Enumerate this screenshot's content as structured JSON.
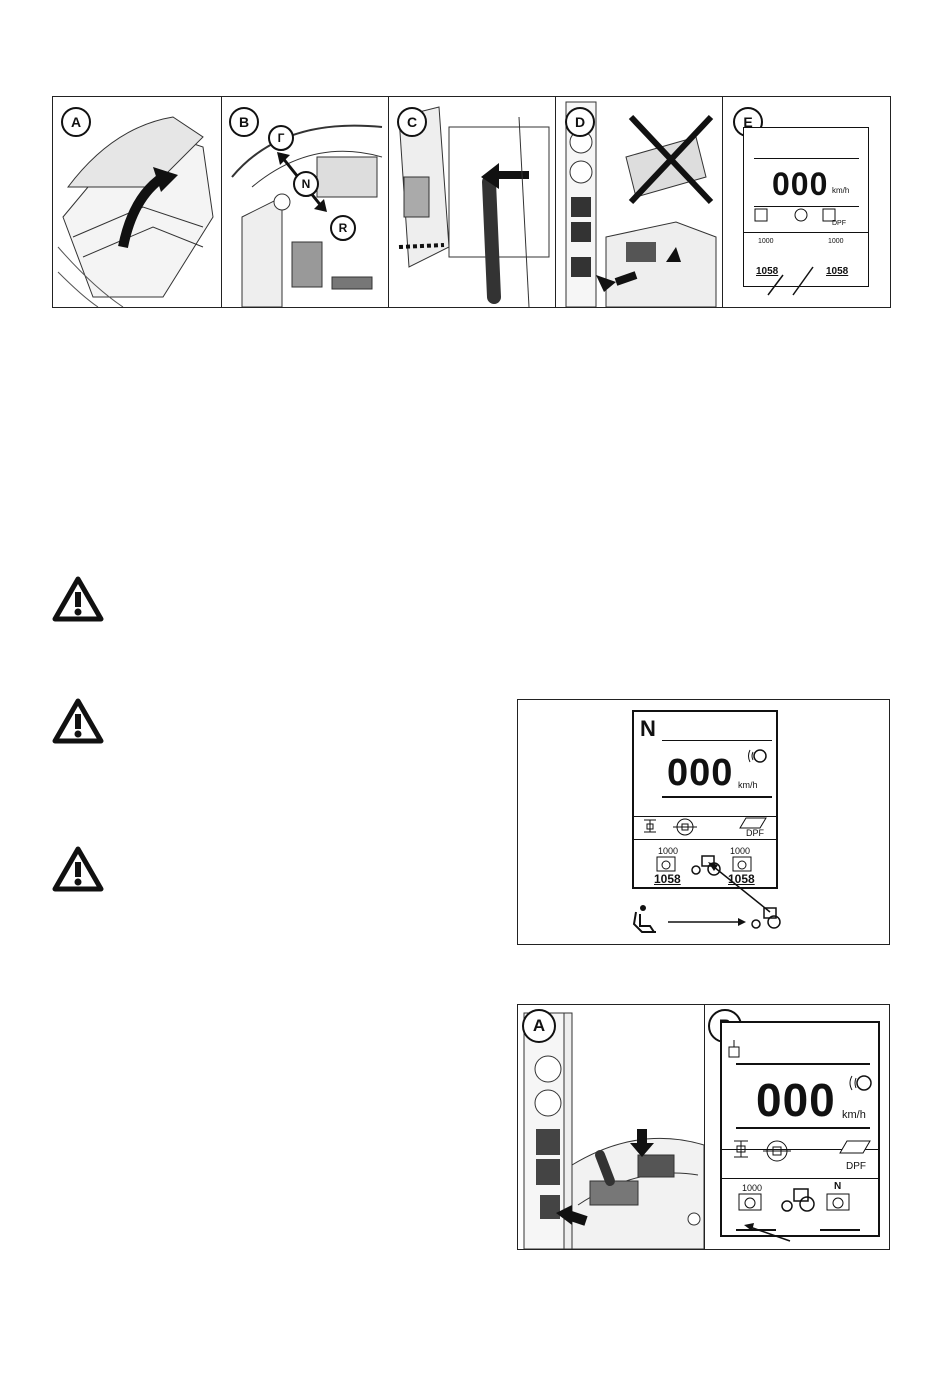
{
  "top_strip": {
    "panels": [
      {
        "letter": "A"
      },
      {
        "letter": "B",
        "marks": [
          "Г",
          "N",
          "R"
        ]
      },
      {
        "letter": "C"
      },
      {
        "letter": "D"
      },
      {
        "letter": "E",
        "speed": "000",
        "unit": "km/h",
        "left_number": "1058",
        "right_number": "1058",
        "left_pto": "1000",
        "right_pto": "1000",
        "dpf_label": "DPF"
      }
    ]
  },
  "warnings": [
    {
      "icon": "warning-triangle-icon"
    },
    {
      "icon": "warning-triangle-icon"
    },
    {
      "icon": "warning-triangle-icon"
    }
  ],
  "figure_display": {
    "gear": "N",
    "speed": "000",
    "unit": "km/h",
    "left_pto": "1000",
    "right_pto": "1000",
    "left_number": "1058",
    "right_number": "1058",
    "dpf_label": "DPF"
  },
  "figure_ab": {
    "panel_a_letter": "A",
    "panel_b_letter": "B",
    "speed": "000",
    "unit": "km/h",
    "left_pto": "1000",
    "right_pto_gear": "N",
    "dpf_label": "DPF"
  },
  "colors": {
    "ink": "#111111",
    "paper": "#ffffff"
  }
}
